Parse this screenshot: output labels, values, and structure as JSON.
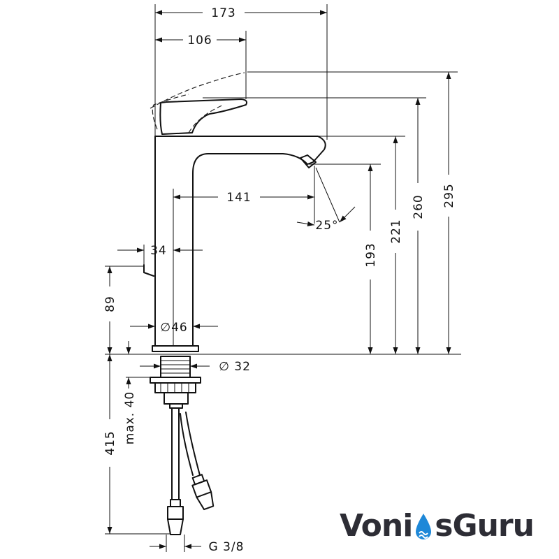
{
  "dimensions": {
    "overall_reach": "173",
    "lever_reach": "106",
    "spout_reach": "141",
    "lever_offset": "34",
    "aerator_angle": "25°",
    "body_diameter": "∅46",
    "shank_diameter": "∅ 32",
    "popup_height": "89",
    "below_deck": "415",
    "max_deck_thickness": "max. 40",
    "spout_outlet_height": "193",
    "spout_top_height": "221",
    "handle_height": "260",
    "lever_open_height": "295",
    "hose_thread": "G 3/8"
  },
  "brand": {
    "name_left": "Voni",
    "name_right": "sGuru",
    "colors": {
      "text": "#2d2d35",
      "drop": "#1e88d8"
    }
  }
}
